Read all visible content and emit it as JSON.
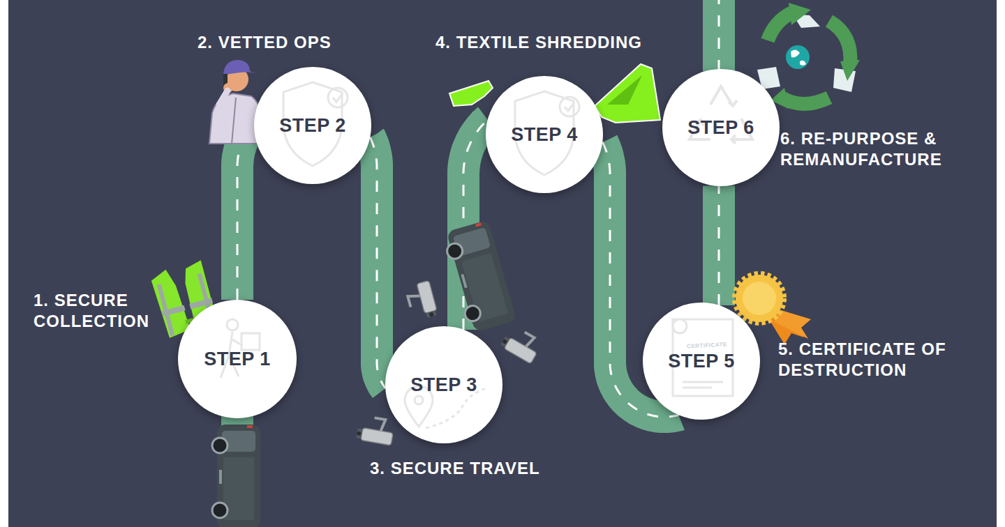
{
  "diagram": {
    "nodes": [
      {
        "text": [
          "STEP 1",
          "1. SECURE COLLECTION"
        ]
      },
      {
        "text": [
          "STEP 2",
          "2. VETTED OPS"
        ]
      },
      {
        "text": [
          "STEP 3",
          "3. SECURE TRAVEL"
        ]
      },
      {
        "text": [
          "STEP 4",
          "4. TEXTILE SHREDDING"
        ]
      },
      {
        "text": [
          "STEP 5",
          "5. CERTIFICATE OF DESTRUCTION"
        ]
      },
      {
        "text": [
          "STEP 6",
          "6. RE-PURPOSE & REMANUFACTURE"
        ]
      }
    ],
    "edges": [
      {
        "from": 0,
        "to": 1,
        "arrow": "none"
      },
      {
        "from": 1,
        "to": 2,
        "arrow": "none"
      },
      {
        "from": 2,
        "to": 3,
        "arrow": "none"
      },
      {
        "from": 3,
        "to": 4,
        "arrow": "none"
      },
      {
        "from": 4,
        "to": 5,
        "arrow": "none"
      }
    ],
    "labels": [
      "CERTIFICATE"
    ]
  }
}
